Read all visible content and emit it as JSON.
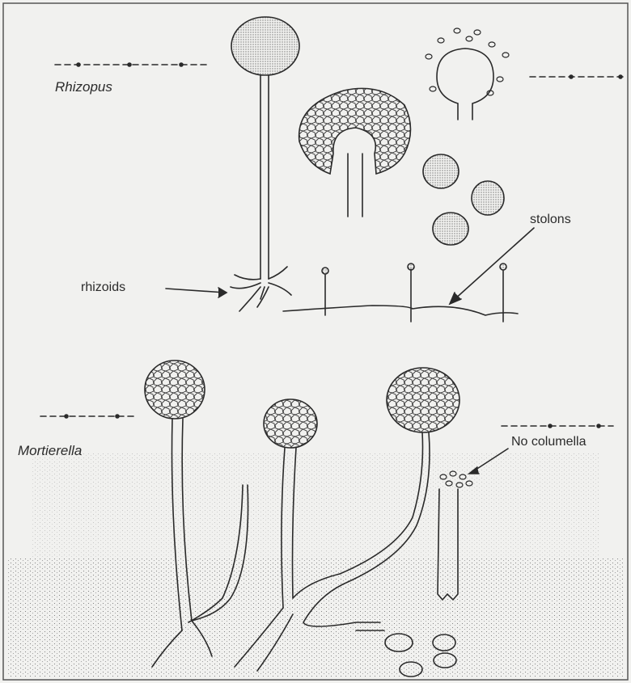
{
  "labels": {
    "rhizopus": "Rhizopus",
    "rhizoids": "rhizoids",
    "stolons": "stolons",
    "mortierella": "Mortierella",
    "no_columella": "No columella"
  }
}
